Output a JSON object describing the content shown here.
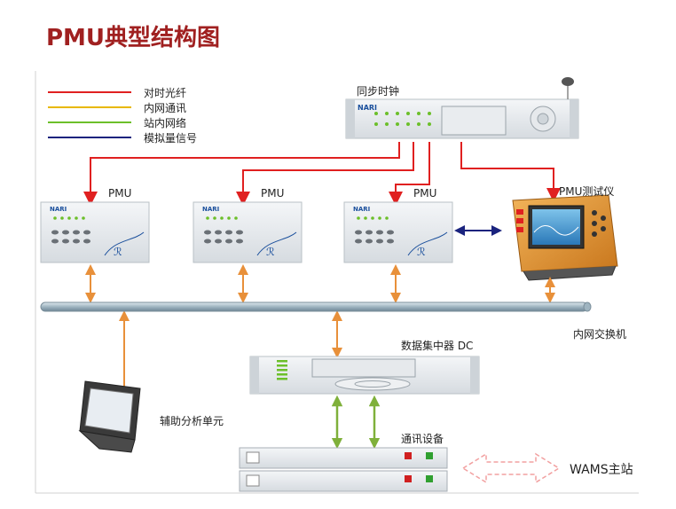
{
  "title": "PMU典型结构图",
  "legend": [
    {
      "label": "对时光纤",
      "color": "#e02020"
    },
    {
      "label": "内网通讯",
      "color": "#e8b800"
    },
    {
      "label": "站内网络",
      "color": "#6cbf2a"
    },
    {
      "label": "模拟量信号",
      "color": "#1a237e"
    }
  ],
  "nodes": {
    "clock": "同步时钟",
    "clock_brand": "NARI",
    "pmu1": "PMU",
    "pmu2": "PMU",
    "pmu3": "PMU",
    "pmu_brand": "NARI",
    "tester": "PMU测试仪",
    "switch": "内网交换机",
    "dc": "数据集中器  DC",
    "aux": "辅助分析单元",
    "comm": "通讯设备",
    "wams": "WAMS主站"
  },
  "colors": {
    "red": "#e02020",
    "orange": "#e8903a",
    "green": "#7fb03a",
    "navy": "#1a237e",
    "title": "#a02020"
  }
}
